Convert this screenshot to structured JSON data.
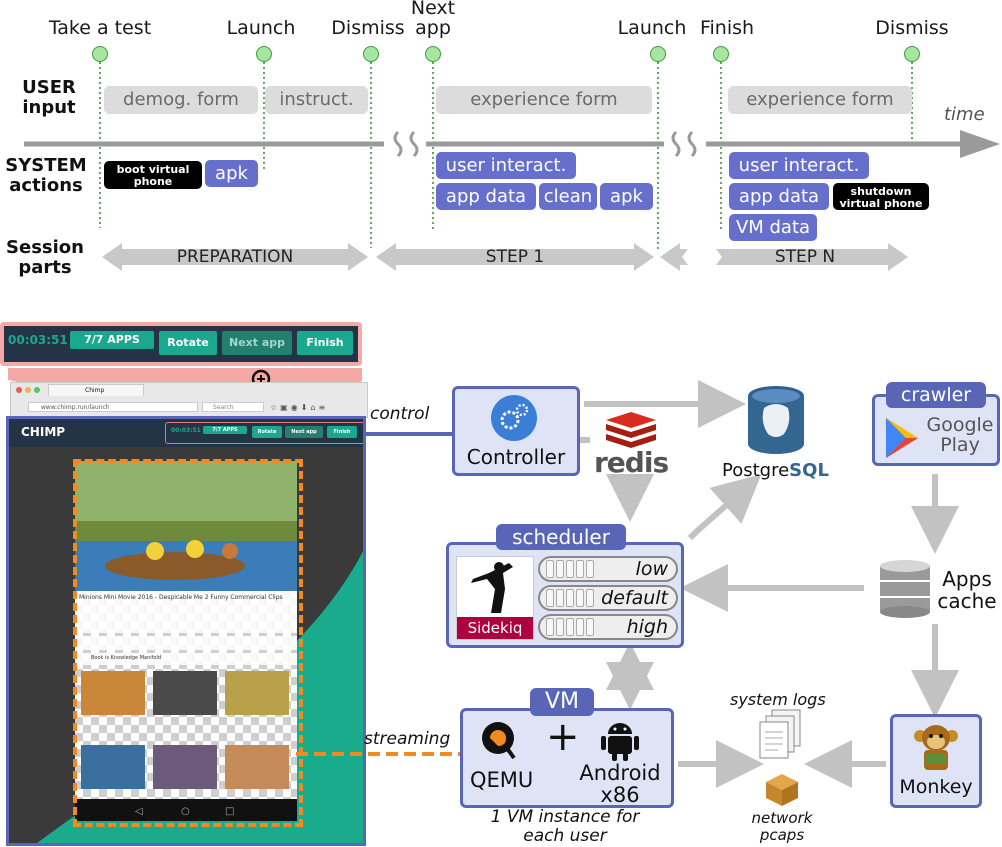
{
  "timeline": {
    "events": [
      "Take a test",
      "Launch",
      "Dismiss",
      "Next app",
      "Launch",
      "Finish",
      "Dismiss"
    ],
    "time_label": "time",
    "rows": {
      "user": "USER input",
      "system": "SYSTEM actions",
      "session": "Session parts"
    },
    "user_inputs": [
      "demog. form",
      "instruct.",
      "experience form",
      "experience form"
    ],
    "system_actions": {
      "boot": "boot virtual phone",
      "apk1": "apk",
      "ui1": "user interact.",
      "appdata1": "app data",
      "clean": "clean",
      "apk2": "apk",
      "ui2": "user interact.",
      "appdata2": "app data",
      "shutdown": "shutdown virtual phone",
      "vmdata": "VM data"
    },
    "session_parts": [
      "PREPARATION",
      "STEP 1",
      "STEP N"
    ]
  },
  "zoom_bar": {
    "timer": "00:03:51",
    "apps": "7/7 APPS",
    "rotate": "Rotate",
    "next": "Next app",
    "finish": "Finish"
  },
  "browser": {
    "tab_title": "Chimp",
    "url": "www.chimp.run/launch",
    "search": "Search",
    "app_title": "CHIMP"
  },
  "phone": {
    "video_title": "Minions Mini Movie 2016 - Despicable Me 2 Funny Commercial Clips",
    "channel": "Book is Knowledge Manifold"
  },
  "architecture": {
    "control_label": "control",
    "streaming_label": "streaming",
    "controller": "Controller",
    "redis": "redis",
    "postgres_a": "Postgre",
    "postgres_b": "SQL",
    "crawler_tag": "crawler",
    "google_play": "Google Play",
    "scheduler_tag": "scheduler",
    "sidekiq": "Sidekiq",
    "queues": [
      "low",
      "default",
      "high"
    ],
    "apps_cache": "Apps cache",
    "vm_tag": "VM",
    "qemu": "QEMU",
    "plus": "+",
    "android": "Android x86",
    "vm_caption": "1 VM instance for each user",
    "system_logs": "system logs",
    "network": "network pcaps",
    "monkey": "Monkey"
  },
  "colors": {
    "accent_blue": "#5966b8",
    "pill_blue": "#6670cc",
    "teal": "#1aa98e",
    "green_dot": "#a6e6a0",
    "stream_orange": "#f28a1f"
  }
}
